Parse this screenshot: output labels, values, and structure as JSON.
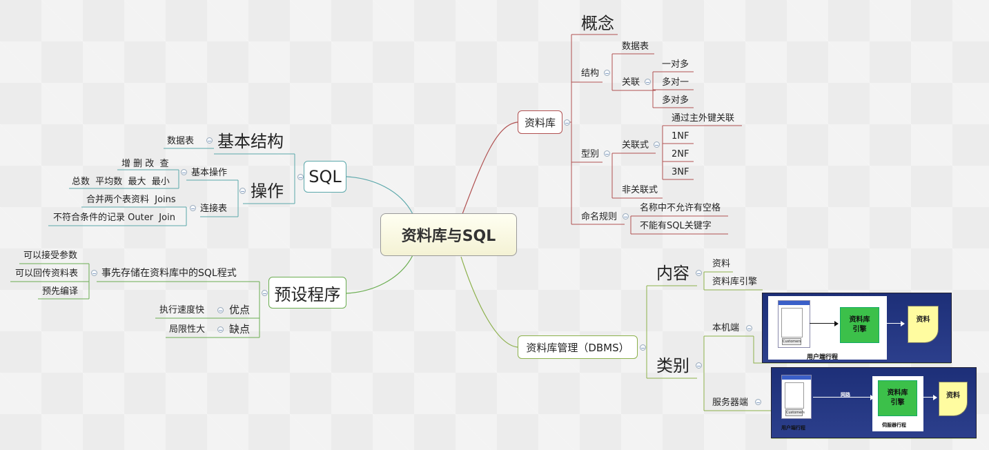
{
  "center": "资料库与SQL",
  "right": {
    "db": {
      "label": "资料库",
      "concept": "概念",
      "structure": {
        "label": "结构",
        "table": "数据表",
        "relation": "关联",
        "rel_items": [
          "一对多",
          "多对一",
          "多对多"
        ]
      },
      "type": {
        "label": "型别",
        "relational": "关联式",
        "rel_items": [
          "通过主外键关联",
          "1NF",
          "2NF",
          "3NF"
        ],
        "nonrelational": "非关联式"
      },
      "naming": {
        "label": "命名规则",
        "items": [
          "名称中不允许有空格",
          "不能有SQL关键字"
        ]
      }
    },
    "dbms": {
      "label": "资料库管理（DBMS）",
      "content": {
        "label": "内容",
        "items": [
          "资料",
          "资料库引擎"
        ]
      },
      "category": {
        "label": "类别",
        "local": "本机端",
        "server": "服务器端"
      },
      "img1": {
        "window_button": "Customers",
        "engine": "资料库\n引擎",
        "doc": "资料",
        "caption": "用户端行程"
      },
      "img2": {
        "window_button": "Customers",
        "network": "网路",
        "engine": "资料库\n引擎",
        "doc": "资料",
        "caption_client": "用户端行程",
        "caption_server": "伺服器行程"
      }
    }
  },
  "left": {
    "sql": {
      "label": "SQL",
      "basic": {
        "label": "基本结构",
        "table": "数据表"
      },
      "ops": {
        "label": "操作",
        "basic_ops": {
          "label": "基本操作",
          "items": [
            "增 删 改  查",
            "总数  平均数  最大  最小"
          ]
        },
        "join": {
          "label": "连接表",
          "items": [
            "合并两个表资料  Joins",
            "不符合条件的记录 Outer  Join"
          ]
        }
      }
    },
    "proc": {
      "label": "预设程序",
      "def": {
        "label": "事先存储在资料库中的SQL程式",
        "items": [
          "可以接受参数",
          "可以回传资料表",
          "预先编译"
        ]
      },
      "pros": {
        "label": "优点",
        "item": "执行速度快"
      },
      "cons": {
        "label": "缺点",
        "item": "局限性大"
      }
    }
  }
}
